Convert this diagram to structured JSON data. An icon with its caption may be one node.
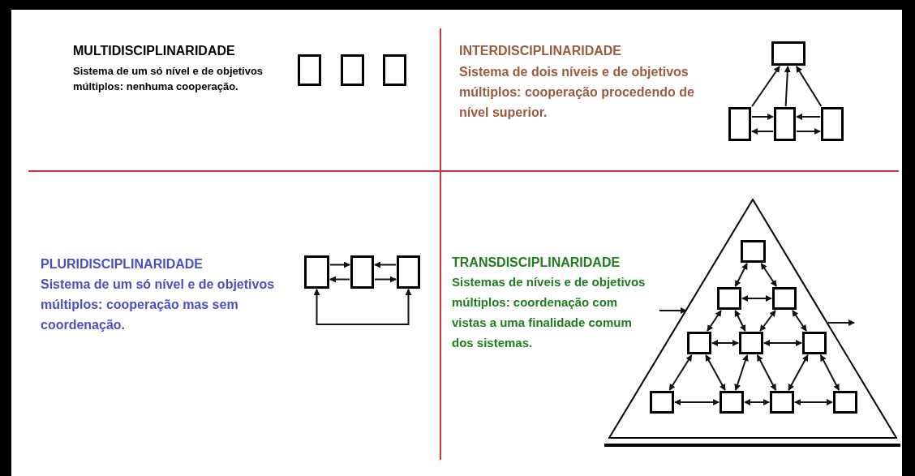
{
  "diagram": {
    "nodes": [
      {
        "text": [],
        "shape": "box"
      },
      {
        "text": [],
        "shape": "box"
      },
      {
        "text": [],
        "shape": "box"
      },
      {
        "text": [],
        "shape": "box"
      },
      {
        "text": [],
        "shape": "box"
      },
      {
        "text": [],
        "shape": "box"
      },
      {
        "text": [],
        "shape": "box"
      },
      {
        "text": [],
        "shape": "box"
      },
      {
        "text": [],
        "shape": "box"
      },
      {
        "text": [],
        "shape": "box"
      },
      {
        "text": [],
        "shape": "triangle"
      },
      {
        "text": [],
        "shape": "box",
        "in": 10
      },
      {
        "text": [],
        "shape": "box",
        "in": 10
      },
      {
        "text": [],
        "shape": "box",
        "in": 10
      },
      {
        "text": [],
        "shape": "box",
        "in": 10
      },
      {
        "text": [],
        "shape": "box",
        "in": 10
      },
      {
        "text": [],
        "shape": "box",
        "in": 10
      },
      {
        "text": [],
        "shape": "box",
        "in": 10
      },
      {
        "text": [],
        "shape": "box",
        "in": 10
      },
      {
        "text": [],
        "shape": "box",
        "in": 10
      },
      {
        "text": [],
        "shape": "box",
        "in": 10
      }
    ],
    "edges": [
      {
        "from": 4,
        "to": 3,
        "arrow": "to"
      },
      {
        "from": 5,
        "to": 3,
        "arrow": "to"
      },
      {
        "from": 6,
        "to": 3,
        "arrow": "to"
      },
      {
        "from": 4,
        "to": 5,
        "arrow": "to"
      },
      {
        "from": 6,
        "to": 5,
        "arrow": "to"
      },
      {
        "from": 5,
        "to": 4,
        "arrow": "to"
      },
      {
        "from": 5,
        "to": 6,
        "arrow": "to"
      },
      {
        "from": 7,
        "to": 8,
        "arrow": "to"
      },
      {
        "from": 9,
        "to": 8,
        "arrow": "to"
      },
      {
        "from": 8,
        "to": 7,
        "arrow": "to"
      },
      {
        "from": 8,
        "to": 9,
        "arrow": "to"
      },
      {
        "from": 7,
        "to": 9,
        "arrow": "both"
      },
      {
        "from": 11,
        "to": 12,
        "arrow": "both"
      },
      {
        "from": 11,
        "to": 13,
        "arrow": "both"
      },
      {
        "from": 12,
        "to": 13,
        "arrow": "both"
      },
      {
        "from": 12,
        "to": 14,
        "arrow": "both"
      },
      {
        "from": 12,
        "to": 15,
        "arrow": "both"
      },
      {
        "from": 13,
        "to": 15,
        "arrow": "both"
      },
      {
        "from": 13,
        "to": 16,
        "arrow": "both"
      },
      {
        "from": 14,
        "to": 15,
        "arrow": "both"
      },
      {
        "from": 15,
        "to": 16,
        "arrow": "both"
      },
      {
        "from": 14,
        "to": 17,
        "arrow": "both"
      },
      {
        "from": 14,
        "to": 18,
        "arrow": "both"
      },
      {
        "from": 15,
        "to": 18,
        "arrow": "both"
      },
      {
        "from": 15,
        "to": 19,
        "arrow": "both"
      },
      {
        "from": 16,
        "to": 19,
        "arrow": "both"
      },
      {
        "from": 16,
        "to": 20,
        "arrow": "both"
      },
      {
        "from": 17,
        "to": 18,
        "arrow": "both"
      },
      {
        "from": 18,
        "to": 19,
        "arrow": "both"
      },
      {
        "from": 19,
        "to": 20,
        "arrow": "both"
      },
      {
        "from": null,
        "to": 10,
        "arrow": "to"
      },
      {
        "from": 10,
        "to": null,
        "arrow": "to"
      }
    ],
    "labels": [
      "MULTIDISCIPLINARIDADE",
      "Sistema de um só nível e de objetivos múltiplos: nenhuma cooperação.",
      "INTERDISCIPLINARIDADE",
      "Sistema de dois níveis e de objetivos múltiplos: cooperação procedendo de nível superior.",
      "PLURIDISCIPLINARIDADE",
      "Sistema de um só nível e de objetivos múltiplos: cooperação mas sem coordenação.",
      "TRANSDISCIPLINARIDADE",
      "Sistemas de níveis e de objetivos múltiplos: coordenação com vistas a uma finalidade comum dos sistemas."
    ]
  }
}
